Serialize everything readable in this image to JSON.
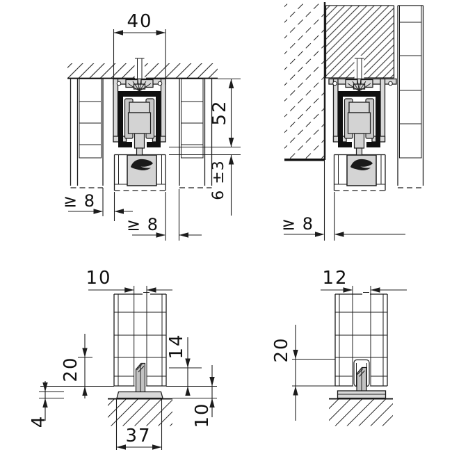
{
  "title": "Sliding door hardware installation cross-sections",
  "icons": {
    "logo": "hawa-logo"
  },
  "colors": {
    "line": "#1c1c1c",
    "metal_light": "#d9d9d9",
    "metal_mid": "#c9c9c9",
    "channel_black": "#101010",
    "background": "#ffffff"
  },
  "dims": {
    "tl_width": "40",
    "tl_height": "52",
    "tl_gap": "6 ±3",
    "tl_left_clearance": "≥ 8",
    "tl_right_clearance": "≥ 8",
    "tr_clearance": "≥ 8",
    "bl_groove_width": "10",
    "bl_groove_depth": "20",
    "bl_engagement": "14",
    "bl_plate_height": "4",
    "bl_bottom_gap": "10",
    "bl_plate_width": "37",
    "br_groove_width": "12",
    "br_groove_depth": "20"
  }
}
